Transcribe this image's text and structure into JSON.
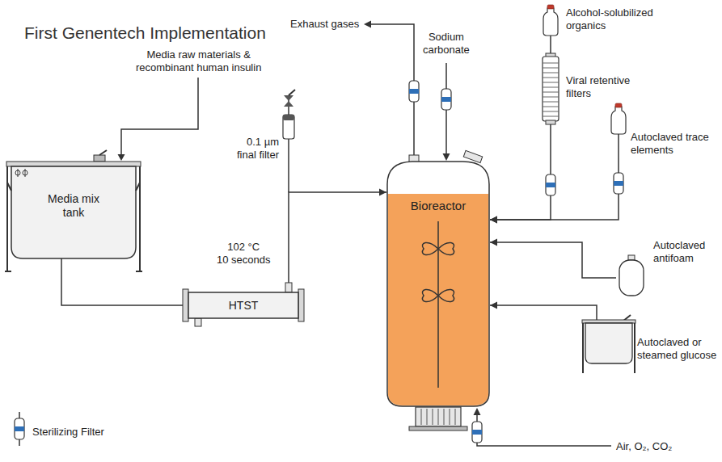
{
  "diagram": {
    "title": "First Genentech Implementation",
    "nodes": [
      {
        "text": [
          "Media mix tank"
        ]
      },
      {
        "text": [
          "HTST"
        ]
      },
      {
        "text": [
          "Bioreactor"
        ]
      },
      {
        "text": [
          "Alcohol-solubilized organics"
        ]
      },
      {
        "text": [
          "Autoclaved trace elements"
        ]
      },
      {
        "text": [
          "Autoclaved antifoam"
        ]
      },
      {
        "text": [
          "Autoclaved or steamed glucose"
        ]
      }
    ],
    "edges": [
      {
        "from": 0,
        "to": 1,
        "arrow": "none"
      },
      {
        "from": 1,
        "to": 2,
        "arrow": "to"
      },
      {
        "from": 3,
        "to": 2,
        "arrow": "to"
      },
      {
        "from": 4,
        "to": 2,
        "arrow": "to"
      },
      {
        "from": 5,
        "to": 2,
        "arrow": "to"
      },
      {
        "from": 6,
        "to": 2,
        "arrow": "to"
      }
    ],
    "labels": [
      "Media raw materials & recombinant human insulin",
      "102 °C 10 seconds",
      "0.1 µm final filter",
      "Exhaust gases",
      "Sodium carbonate",
      "Viral retentive filters",
      "Air, O₂, CO₂"
    ],
    "legend": [
      {
        "text": "Sterilizing Filter"
      }
    ]
  }
}
